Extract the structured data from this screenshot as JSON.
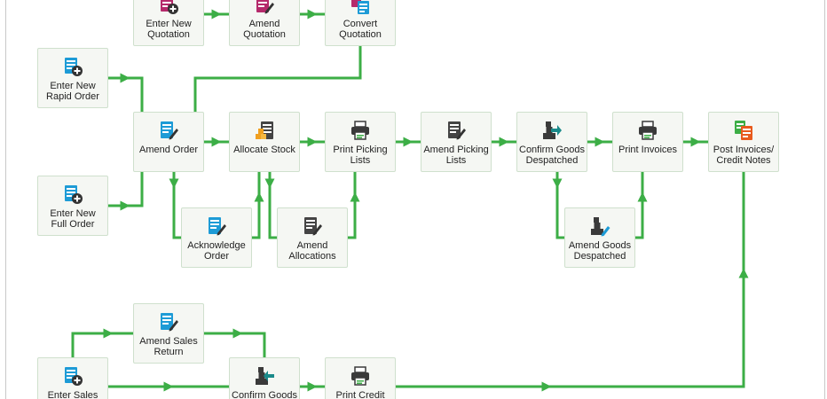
{
  "colors": {
    "flow_line": "#3cae46",
    "node_bg": "#f5f7f3",
    "node_border": "#cfe0cd"
  },
  "nodes": [
    {
      "id": "enter-new-quotation",
      "label": "Enter New\nQuotation",
      "icon": "add-document-icon",
      "icon_color": "#b52a6b"
    },
    {
      "id": "amend-quotation",
      "label": "Amend\nQuotation",
      "icon": "edit-document-icon",
      "icon_color": "#b52a6b"
    },
    {
      "id": "convert-quotation",
      "label": "Convert\nQuotation",
      "icon": "convert-document-icon",
      "icon_color": "#b52a6b"
    },
    {
      "id": "enter-new-rapid-order",
      "label": "Enter New\nRapid Order",
      "icon": "add-document-icon",
      "icon_color": "#1d9bd6"
    },
    {
      "id": "amend-order",
      "label": "Amend Order",
      "icon": "edit-document-icon",
      "icon_color": "#1d9bd6"
    },
    {
      "id": "allocate-stock",
      "label": "Allocate Stock",
      "icon": "allocate-stock-icon",
      "icon_color": "#444444"
    },
    {
      "id": "print-picking-lists",
      "label": "Print Picking\nLists",
      "icon": "printer-icon",
      "icon_color": "#3a3a3a"
    },
    {
      "id": "amend-picking-lists",
      "label": "Amend Picking\nLists",
      "icon": "edit-document-icon",
      "icon_color": "#444444"
    },
    {
      "id": "confirm-goods-despatched",
      "label": "Confirm Goods\nDespatched",
      "icon": "despatch-boxes-icon",
      "icon_color": "#3a3a3a"
    },
    {
      "id": "print-invoices",
      "label": "Print Invoices",
      "icon": "printer-icon",
      "icon_color": "#3a3a3a"
    },
    {
      "id": "post-invoices-credit-notes",
      "label": "Post Invoices/\nCredit Notes",
      "icon": "post-documents-icon",
      "icon_color": "#e85a1c"
    },
    {
      "id": "enter-new-full-order",
      "label": "Enter New\nFull Order",
      "icon": "add-document-icon",
      "icon_color": "#1d9bd6"
    },
    {
      "id": "acknowledge-order",
      "label": "Acknowledge\nOrder",
      "icon": "edit-document-icon",
      "icon_color": "#1d9bd6"
    },
    {
      "id": "amend-allocations",
      "label": "Amend\nAllocations",
      "icon": "edit-document-icon",
      "icon_color": "#444444"
    },
    {
      "id": "amend-goods-despatched",
      "label": "Amend Goods\nDespatched",
      "icon": "edit-boxes-icon",
      "icon_color": "#3a3a3a"
    },
    {
      "id": "amend-sales-return",
      "label": "Amend Sales\nReturn",
      "icon": "edit-document-icon",
      "icon_color": "#1d9bd6"
    },
    {
      "id": "enter-sales-return",
      "label": "Enter Sales",
      "icon": "add-document-icon",
      "icon_color": "#1d9bd6"
    },
    {
      "id": "confirm-goods-returned",
      "label": "Confirm Goods",
      "icon": "return-boxes-icon",
      "icon_color": "#3a3a3a"
    },
    {
      "id": "print-credit-notes",
      "label": "Print Credit",
      "icon": "printer-icon",
      "icon_color": "#3a3a3a"
    }
  ]
}
